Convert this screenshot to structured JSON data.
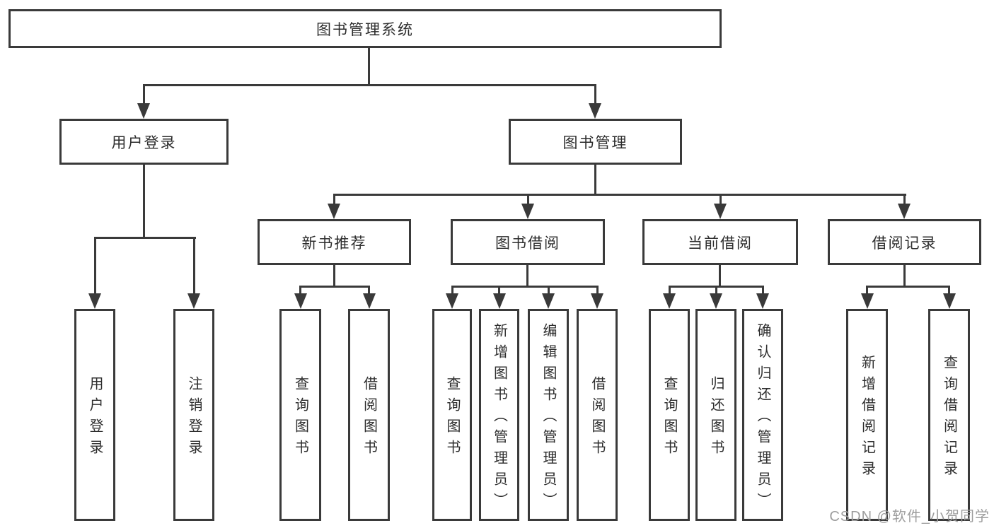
{
  "colors": {
    "line": "#3a3a3a",
    "box_border": "#3a3a3a",
    "box_fill": "#ffffff",
    "text": "#2d2d2d",
    "background": "#ffffff",
    "watermark": "#9d9d9d"
  },
  "watermark": {
    "text": "CSDN @软件_小贺同学"
  },
  "tree": {
    "root": "图书管理系统",
    "children": [
      {
        "label": "用户登录",
        "children": [
          "用户登录",
          "注销登录"
        ]
      },
      {
        "label": "图书管理",
        "children": [
          {
            "label": "新书推荐",
            "children": [
              "查询图书",
              "借阅图书"
            ]
          },
          {
            "label": "图书借阅",
            "children": [
              "查询图书",
              "新增图书（管理员）",
              "编辑图书（管理员）",
              "借阅图书"
            ]
          },
          {
            "label": "当前借阅",
            "children": [
              "查询图书",
              "归还图书",
              "确认归还（管理员）"
            ]
          },
          {
            "label": "借阅记录",
            "children": [
              "新增借阅记录",
              "查询借阅记录"
            ]
          }
        ]
      }
    ]
  }
}
